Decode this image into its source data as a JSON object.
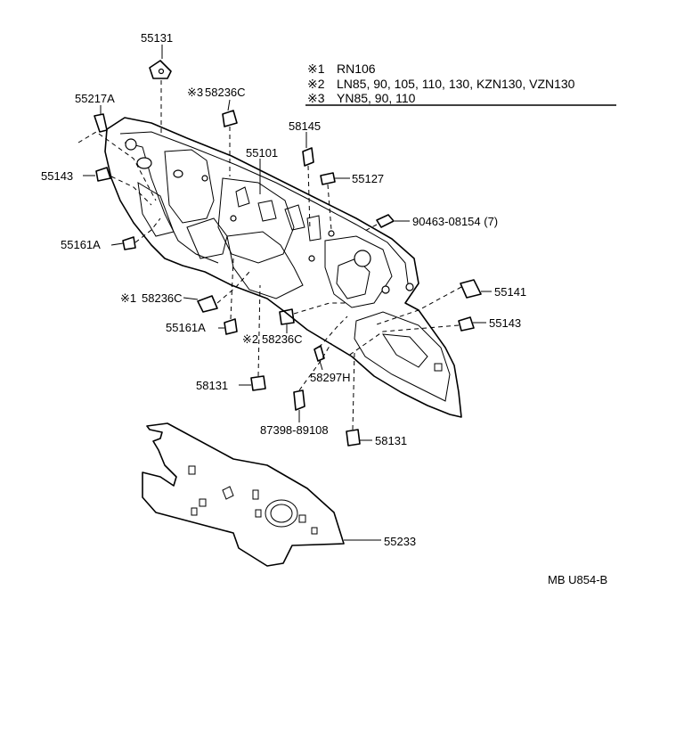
{
  "legend": [
    {
      "mark": "※1",
      "text": "RN106"
    },
    {
      "mark": "※2",
      "text": "LN85, 90, 105, 110, 130, KZN130, VZN130"
    },
    {
      "mark": "※3",
      "text": "YN85, 90, 110"
    }
  ],
  "parts": {
    "p55131": "55131",
    "p55217a": "55217A",
    "p58236c_top": "58236C",
    "p58236c_top_mark": "※3",
    "p58145": "58145",
    "p55101": "55101",
    "p55143_left": "55143",
    "p55127": "55127",
    "p90463": "90463-08154 (7)",
    "p55161a_left": "55161A",
    "p55141": "55141",
    "p58236c_left": "58236C",
    "p58236c_left_mark": "※1",
    "p55143_right": "55143",
    "p55161a_low": "55161A",
    "p58236c_low": "58236C",
    "p58236c_low_mark": "※2",
    "p58297h": "58297H",
    "p58131_left": "58131",
    "p87398": "87398-89108",
    "p58131_right": "58131",
    "p55233": "55233"
  },
  "diagram_code": "MB U854-B"
}
